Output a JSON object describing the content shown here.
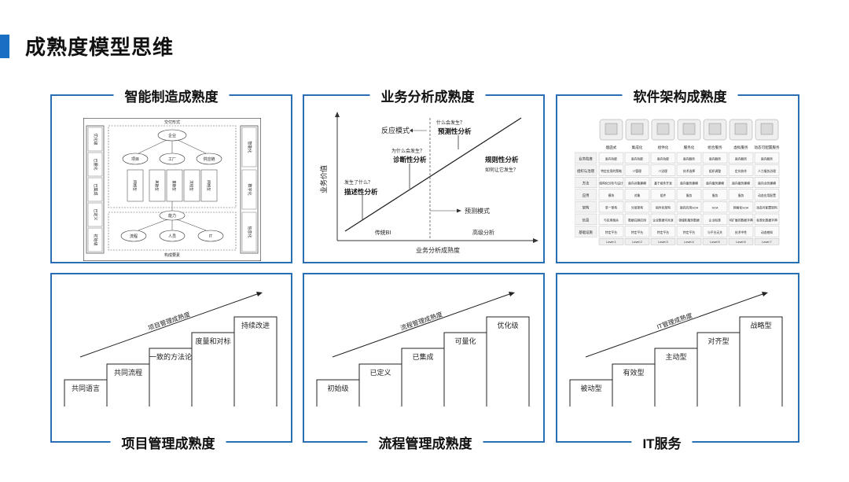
{
  "page": {
    "title": "成熟度模型思维"
  },
  "panels": {
    "p1": {
      "title": "智能制造成熟度"
    },
    "p2": {
      "title": "业务分析成熟度"
    },
    "p3": {
      "title": "软件架构成熟度"
    },
    "p4": {
      "title": "项目管理成熟度"
    },
    "p5": {
      "title": "流程管理成熟度"
    },
    "p6": {
      "title": "IT服务"
    }
  },
  "manufacturing": {
    "top_label": "交付形式",
    "bottom_label": "构成要素",
    "left_levels": [
      "优化级",
      "已量化",
      "已集成",
      "已定义",
      "初始级"
    ],
    "right_levels": [
      "智能化",
      "数字化",
      "信息化"
    ],
    "nodes": {
      "enterprise": "企业",
      "factory": "工厂",
      "item": "项目",
      "supplier": "供应链",
      "capability": "能力",
      "process": "流程",
      "people": "人员",
      "it": "IT"
    },
    "types": [
      "网络型",
      "离散型",
      "量散型",
      "流程型",
      "网络型"
    ]
  },
  "business_analysis": {
    "y_label": "业务价值",
    "x_label": "业务分析成熟度",
    "region_left": "传统BI",
    "region_right": "高级分析",
    "reactive": "反应模式",
    "predictive_mode": "预测模式",
    "q_what": "发生了什么？",
    "a_what": "描述性分析",
    "q_why": "为什么会发生？",
    "a_why": "诊断性分析",
    "q_will": "什么会发生？",
    "a_will": "预测性分析",
    "a_rule": "规则性分析",
    "q_how": "如何让它发生？"
  },
  "software_arch": {
    "row_labels": [
      "业务粒度",
      "组织与治理",
      "方法",
      "应用",
      "架构",
      "信息",
      "基础设施"
    ],
    "col_labels": [
      "烟囱式",
      "集成化",
      "组件化",
      "服务化",
      "组合服务",
      "虚拟服务",
      "动态可配置服务"
    ],
    "levels": [
      "Level 1",
      "Level 2",
      "Level 3",
      "Level 4",
      "Level 5",
      "Level 6",
      "Level 7"
    ],
    "cells": [
      [
        "面向功能",
        "面向功能",
        "面向功能",
        "面向服务",
        "面向服务",
        "面向服务",
        "面向服务"
      ],
      [
        "特定应用的策略",
        "IT管理",
        "IT治理",
        "技术选择",
        "组织调整",
        "定向协作",
        "人力服务治理"
      ],
      [
        "结构化分析与设计",
        "面向对象建模",
        "基于组件开发",
        "面向服务建模",
        "面向服务建模",
        "面向服务建模",
        "面向业务建模"
      ],
      [
        "模块",
        "对象",
        "组件",
        "服务",
        "服务",
        "服务",
        "动态应用配置"
      ],
      [
        "单一架构",
        "分层架构",
        "组件化架构",
        "面向应用SOA",
        "SOA",
        "网格化SOA",
        "动态可配置架构"
      ],
      [
        "与应用相关",
        "数据在跨应用",
        "企业数据可共享",
        "领域和服务数据",
        "企业标准",
        "可扩展的数据字典",
        "标准化数据字典"
      ],
      [
        "特定平台",
        "特定平台",
        "特定平台",
        "特定平台",
        "与平台无关",
        "技术中性",
        "动态感知"
      ]
    ]
  },
  "project_mgmt": {
    "arrow_label": "项目管理成熟度",
    "steps": [
      "共同语言",
      "共同流程",
      "一致的方法论",
      "度量和对标",
      "持续改进"
    ]
  },
  "process_mgmt": {
    "arrow_label": "流程管理成熟度",
    "steps": [
      "初始级",
      "已定义",
      "已集成",
      "可量化",
      "优化级"
    ]
  },
  "it_service": {
    "arrow_label": "IT管理成熟度",
    "steps": [
      "被动型",
      "有效型",
      "主动型",
      "对齐型",
      "战略型"
    ]
  },
  "colors": {
    "accent": "#1a6fc4",
    "panel_border": "#2a6fb3"
  }
}
